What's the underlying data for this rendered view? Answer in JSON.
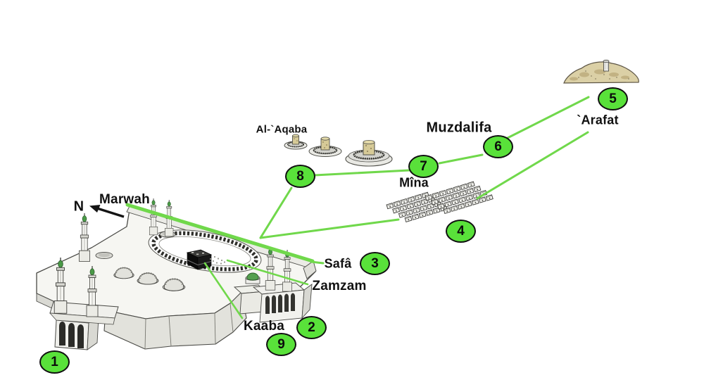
{
  "diagram": {
    "description": "Illustrated map of Hajj pilgrimage stations with numbered steps",
    "background": "#ffffff",
    "compass": {
      "north_label": "N"
    },
    "sites": {
      "marwah": "Marwah",
      "safa": "Safâ",
      "zamzam": "Zamzam",
      "kaaba": "Kaaba",
      "mina": "Mîna",
      "muzdalifa": "Muzdalifa",
      "arafat": "`Arafat",
      "aqaba": "Al-`Aqaba"
    },
    "steps": [
      {
        "number": "1"
      },
      {
        "number": "2"
      },
      {
        "number": "3"
      },
      {
        "number": "4"
      },
      {
        "number": "5"
      },
      {
        "number": "6"
      },
      {
        "number": "7"
      },
      {
        "number": "8"
      },
      {
        "number": "9"
      }
    ],
    "colors": {
      "marker_fill": "#59e13a",
      "marker_border": "#101010",
      "route_line": "#70d84b",
      "label_text": "#111111",
      "minaret_cap": "#4a9a47",
      "hill_fill": "#dbd0a6"
    }
  }
}
